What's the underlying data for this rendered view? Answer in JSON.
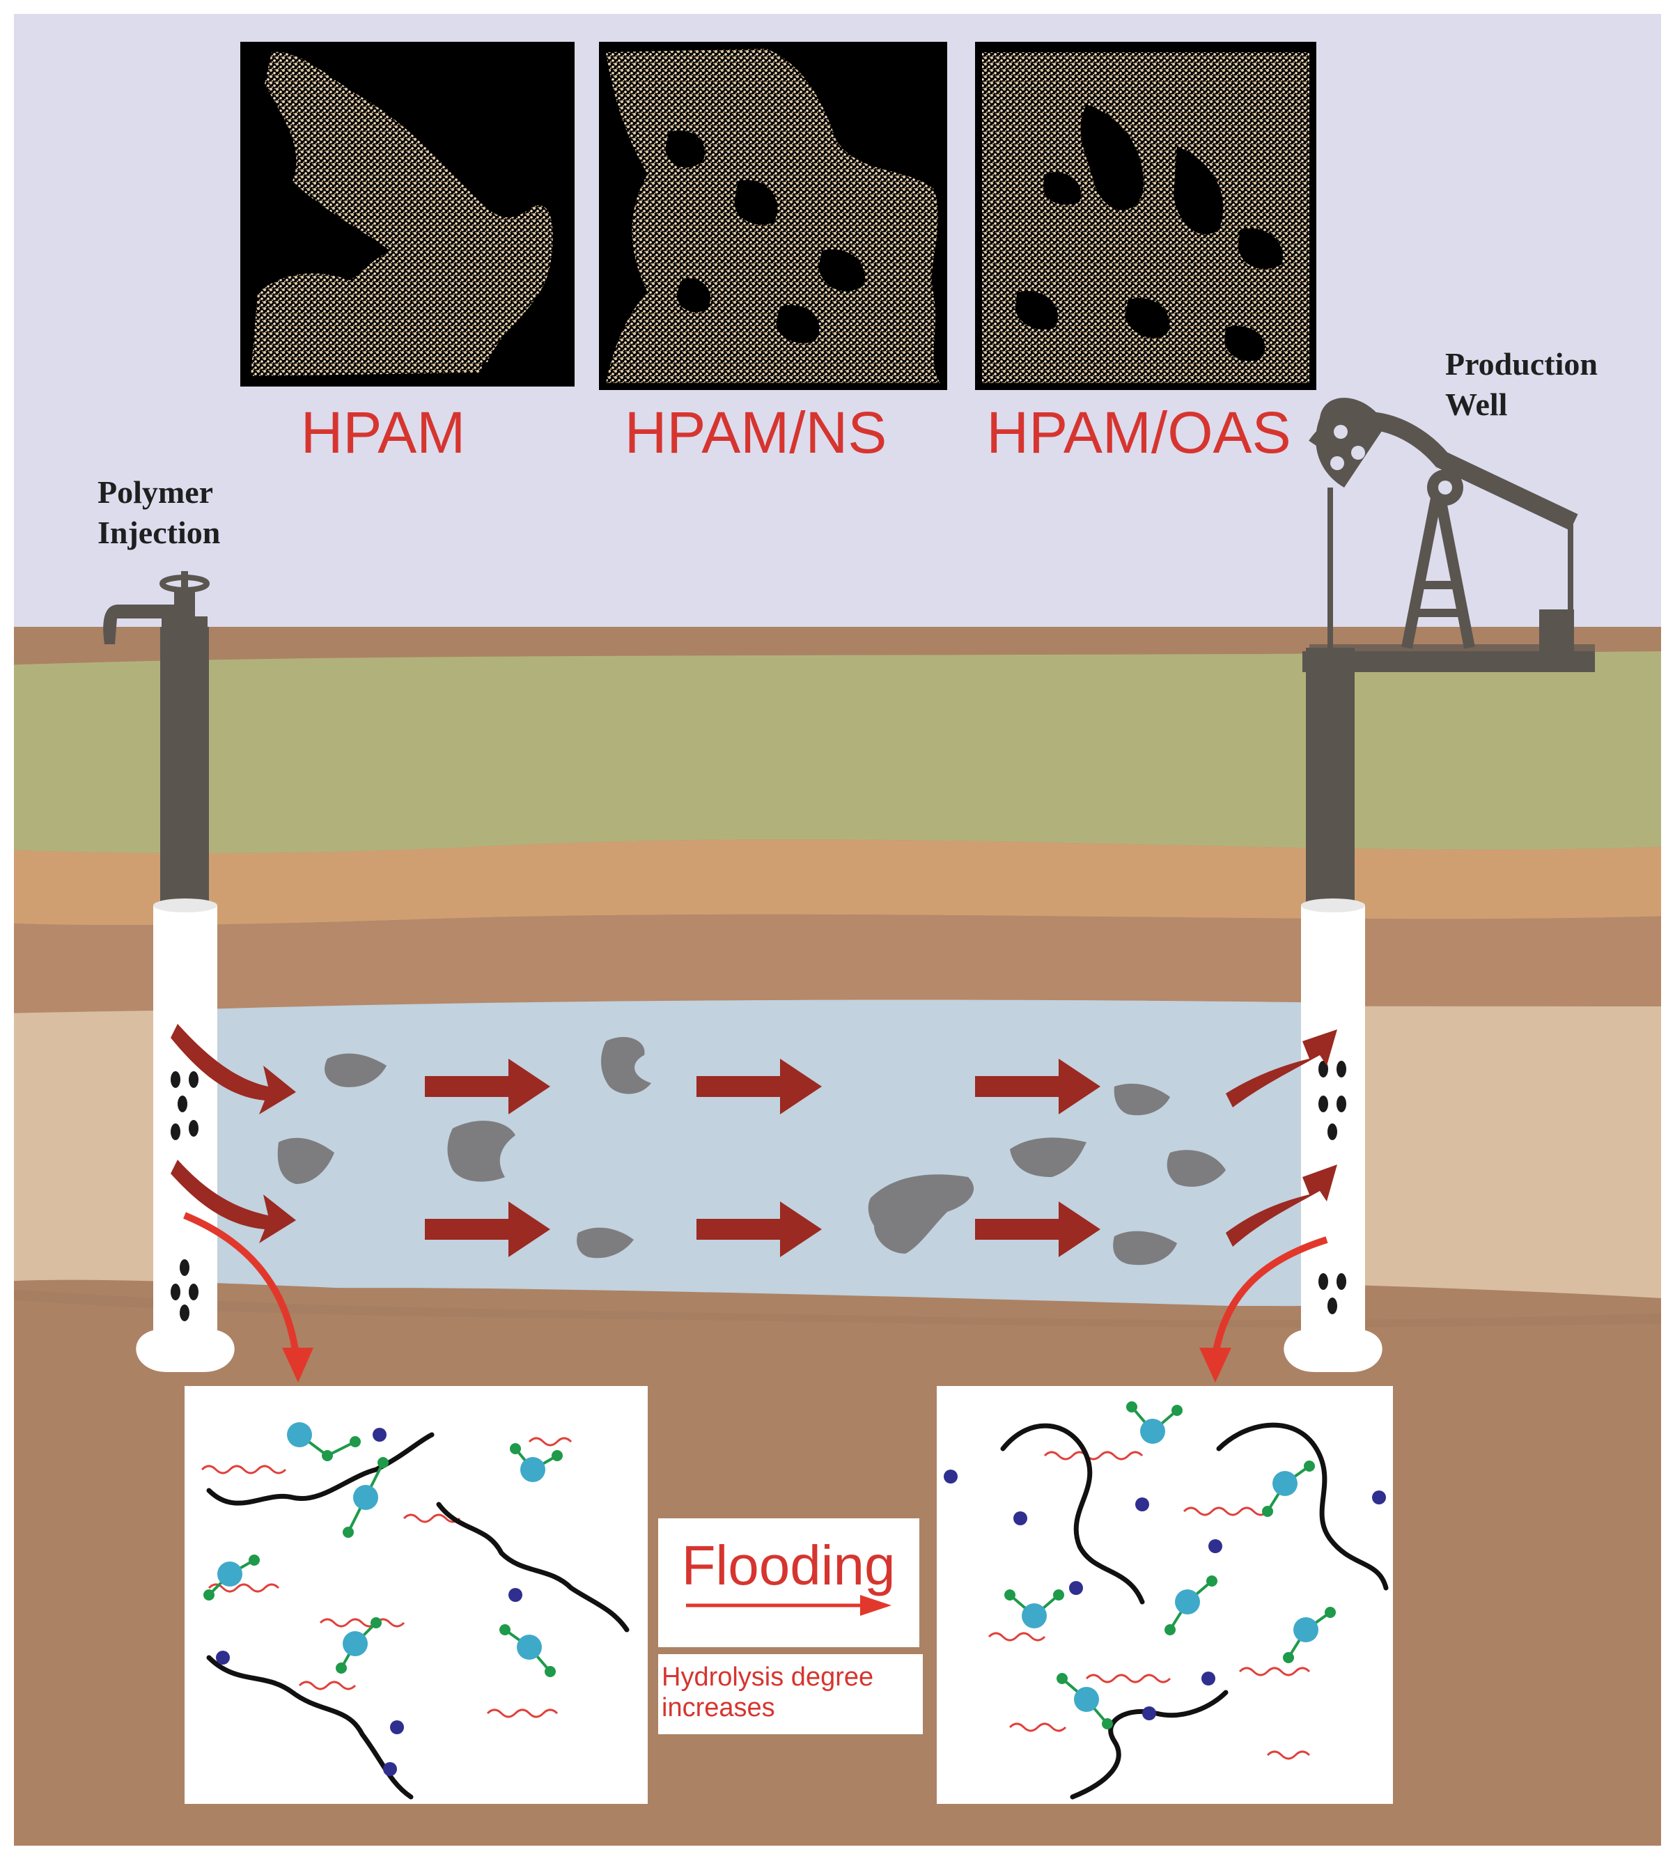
{
  "colors": {
    "sky": "#dcdced",
    "grass": "#b1b27b",
    "soil_light": "#cf9f72",
    "soil_mid": "#b5896a",
    "soil_dark": "#ac8264",
    "sand": "#d9bea1",
    "reservoir": "#c2d2de",
    "pipe": "#5b5550",
    "flow_arrow": "#9b2a22",
    "highlight_arrow": "#e2382c",
    "oil_blob": "#7d7d7f",
    "polymer_chain": "#111111",
    "nanoparticle": "#3fa9c9",
    "ligand_green": "#1e9a4a",
    "ligand_blue": "#2f2f8f",
    "side_chain_red": "#e0403a",
    "label_red": "#d6352f"
  },
  "labels": {
    "polymer_injection": [
      "Polymer",
      "Injection"
    ],
    "production_well": [
      "Production",
      "Well"
    ],
    "samples": [
      "HPAM",
      "HPAM/NS",
      "HPAM/OAS"
    ],
    "flooding": "Flooding",
    "hydrolysis": [
      "Hydrolysis degree",
      "increases"
    ]
  },
  "icons": {
    "injection_valve": "valve-wheel-icon",
    "pump_jack": "oil-pump-jack-icon"
  }
}
